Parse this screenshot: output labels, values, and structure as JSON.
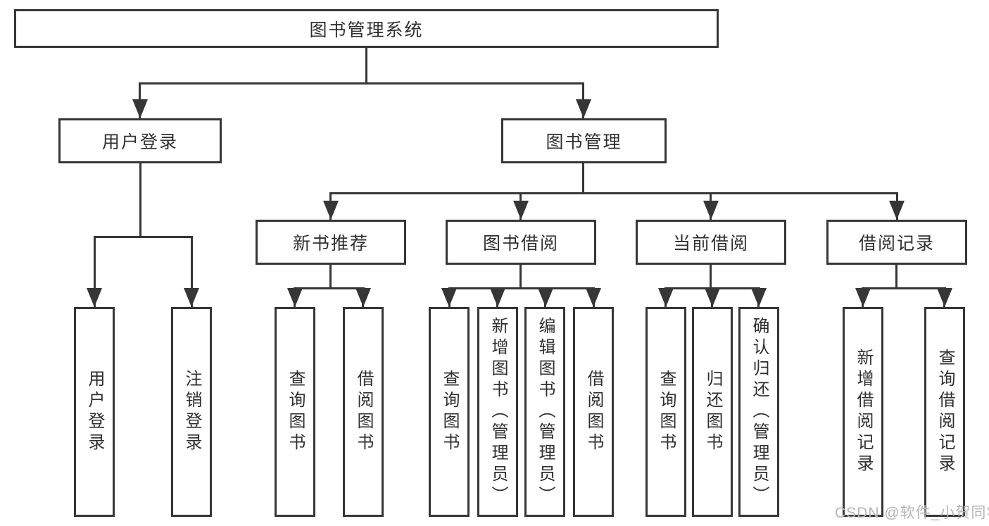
{
  "colors": {
    "line": "#363636",
    "text": "#2f2f2f",
    "background": "#ffffff",
    "watermark": "#b5b5b5"
  },
  "diagram_type": "hierarchy-tree",
  "tree": {
    "label": "图书管理系统",
    "children": [
      {
        "label": "用户登录",
        "children": [
          {
            "label": "用户登录"
          },
          {
            "label": "注销登录"
          }
        ]
      },
      {
        "label": "图书管理",
        "children": [
          {
            "label": "新书推荐",
            "children": [
              {
                "label": "查询图书"
              },
              {
                "label": "借阅图书"
              }
            ]
          },
          {
            "label": "图书借阅",
            "children": [
              {
                "label": "查询图书"
              },
              {
                "label": "新增图书（管理员）"
              },
              {
                "label": "编辑图书（管理员）"
              },
              {
                "label": "借阅图书"
              }
            ]
          },
          {
            "label": "当前借阅",
            "children": [
              {
                "label": "查询图书"
              },
              {
                "label": "归还图书"
              },
              {
                "label": "确认归还（管理员）"
              }
            ]
          },
          {
            "label": "借阅记录",
            "children": [
              {
                "label": "新增借阅记录"
              },
              {
                "label": "查询借阅记录"
              }
            ]
          }
        ]
      }
    ]
  },
  "watermark": {
    "text": "CSDN @软件_小贺同学"
  }
}
